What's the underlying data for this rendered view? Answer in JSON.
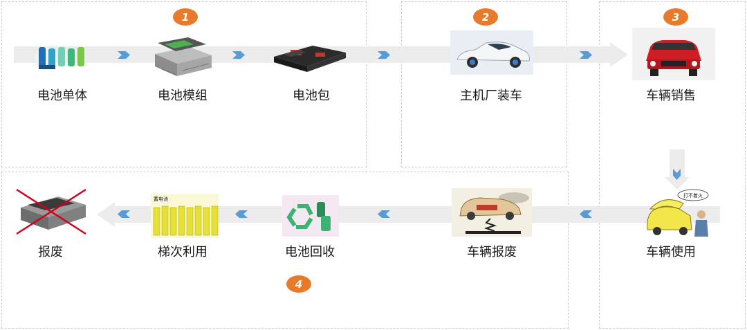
{
  "stages": [
    {
      "id": "1",
      "nodes": [
        "电池单体",
        "电池模组",
        "电池包"
      ]
    },
    {
      "id": "2",
      "nodes": [
        "主机厂装车"
      ]
    },
    {
      "id": "3",
      "nodes": [
        "车辆销售",
        "车辆使用"
      ]
    },
    {
      "id": "4",
      "nodes": [
        "车辆报废",
        "电池回收",
        "梯次利用",
        "报废"
      ]
    }
  ],
  "image_text": {
    "cascade_label": "蓄电池",
    "bubble_text": "打不着火"
  },
  "colors": {
    "badge": "#e87a2c",
    "arrow": "#5b9bd5",
    "band": "#ececec",
    "scrap_cross": "#d0021b"
  },
  "icons": [
    "battery-cell-icon",
    "battery-module-icon",
    "battery-pack-icon",
    "car-assembly-icon",
    "car-sales-icon",
    "car-use-icon",
    "car-scrap-icon",
    "battery-recycle-icon",
    "cascade-use-icon",
    "scrap-icon"
  ]
}
